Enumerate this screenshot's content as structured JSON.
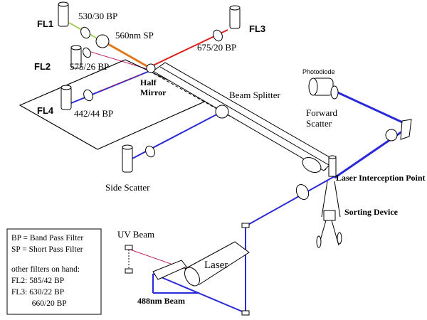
{
  "labels": {
    "fl1": "FL1",
    "fl2": "FL2",
    "fl3": "FL3",
    "fl4": "FL4",
    "bp530": "530/30 BP",
    "sp560": "560nm SP",
    "bp675": "675/20 BP",
    "bp575": "575/26 BP",
    "bp442": "442/44 BP",
    "half_mirror_1": "Half",
    "half_mirror_2": "Mirror",
    "beam_splitter": "Beam Splitter",
    "photodiode": "Photodiode",
    "forward_scatter_1": "Forward",
    "forward_scatter_2": "Scatter",
    "side_scatter": "Side Scatter",
    "laser_interception": "Laser Interception Point",
    "sorting_device": "Sorting Device",
    "uv_beam": "UV Beam",
    "laser": "Laser",
    "beam_488": "488nm Beam"
  },
  "legend": {
    "lines": [
      "BP = Band Pass Filter",
      "SP = Short Pass Filter",
      "",
      "other filters on hand:",
      "FL2:  585/42 BP",
      "FL3:  630/22 BP",
      "          660/20 BP"
    ]
  },
  "colors": {
    "blue_beam": "#2a2ad8",
    "red_beam": "#e01818",
    "green_beam": "#a8d060",
    "orange_beam": "#e07818",
    "magenta_beam": "#c02060"
  }
}
